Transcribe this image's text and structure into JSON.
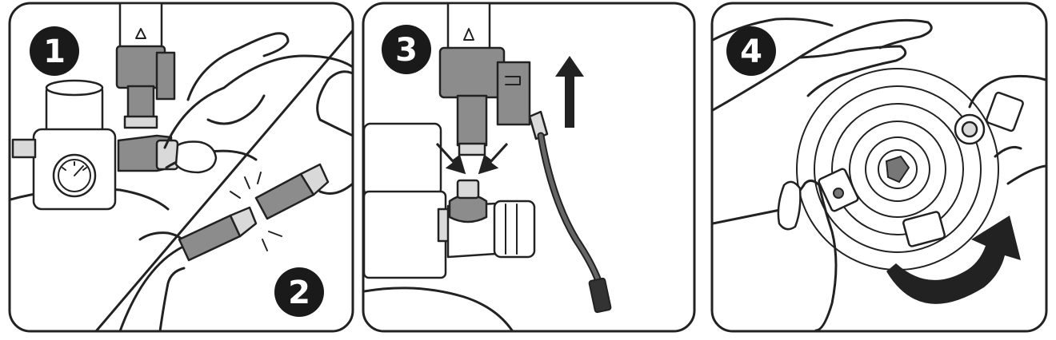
{
  "panels": [
    {
      "id": "panel-1",
      "steps": [
        "1",
        "2"
      ]
    },
    {
      "id": "panel-2",
      "steps": [
        "3"
      ]
    },
    {
      "id": "panel-3",
      "steps": [
        "4"
      ]
    }
  ],
  "steps": {
    "s1": "1",
    "s2": "2",
    "s3": "3",
    "s4": "4"
  },
  "colors": {
    "badge_fill": "#1a1a1a",
    "badge_text": "#ffffff",
    "part_gray": "#8c8c8c",
    "part_light": "#d9d9d9",
    "outline": "#222222"
  },
  "icons": [
    "step-badge",
    "arrow-up-icon",
    "arrow-down-left-icon",
    "arrow-down-right-icon",
    "rotate-arrow-icon",
    "spark-icon"
  ]
}
